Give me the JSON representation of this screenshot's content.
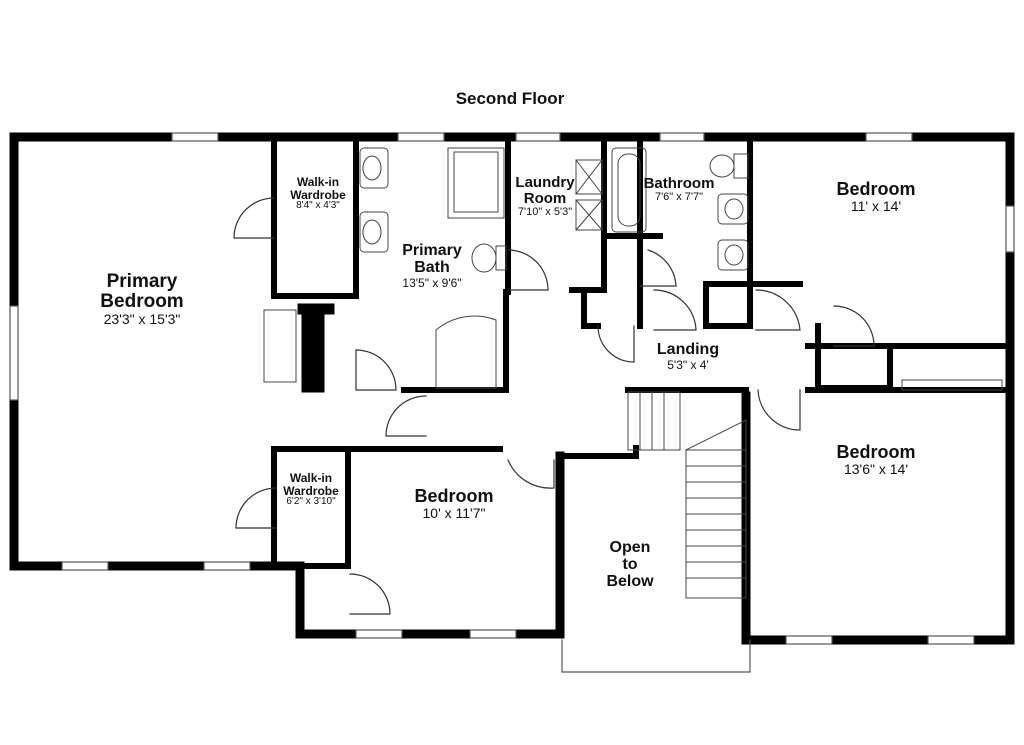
{
  "title": "Second Floor",
  "rooms": {
    "primary_bedroom": {
      "name_line1": "Primary",
      "name_line2": "Bedroom",
      "size": "23'3\" x 15'3\""
    },
    "walkin_1": {
      "name_line1": "Walk-in",
      "name_line2": "Wardrobe",
      "size": "8'4\" x 4'3\""
    },
    "primary_bath": {
      "name_line1": "Primary",
      "name_line2": "Bath",
      "size": "13'5\" x 9'6\""
    },
    "laundry": {
      "name_line1": "Laundry",
      "name_line2": "Room",
      "size": "7'10\" x 5'3\""
    },
    "bathroom": {
      "name": "Bathroom",
      "size": "7'6\" x 7'7\""
    },
    "bedroom_ne": {
      "name": "Bedroom",
      "size": "11' x 14'"
    },
    "landing": {
      "name": "Landing",
      "size": "5'3\" x 4'"
    },
    "bedroom_se": {
      "name": "Bedroom",
      "size": "13'6\" x 14'"
    },
    "walkin_2": {
      "name_line1": "Walk-in",
      "name_line2": "Wardrobe",
      "size": "6'2\" x 3'10\""
    },
    "bedroom_s": {
      "name": "Bedroom",
      "size": "10' x 11'7\""
    },
    "open_below": {
      "line1": "Open",
      "line2": "to",
      "line3": "Below"
    }
  }
}
